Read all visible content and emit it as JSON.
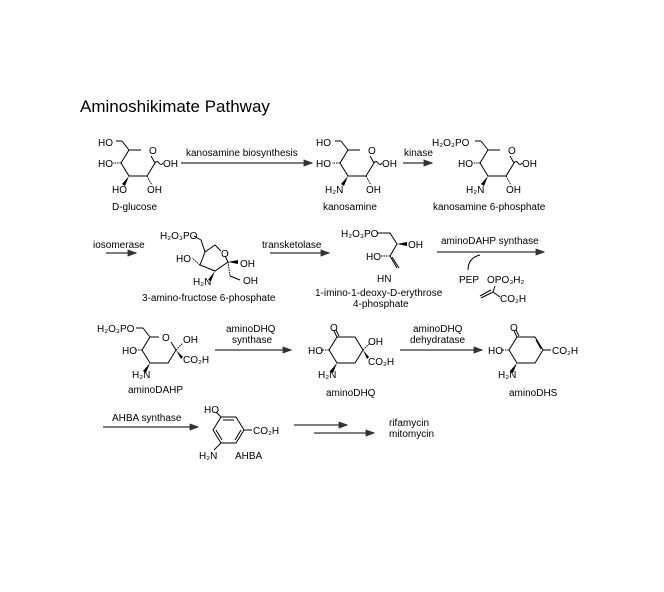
{
  "title": "Aminoshikimate Pathway",
  "compounds": {
    "glucose": {
      "label": "D-glucose",
      "ch2oh": "HO",
      "c4": "HO",
      "c1": "OH",
      "c3": "HO",
      "c2": "OH",
      "ring_o": "O"
    },
    "kanosamine": {
      "label": "kanosamine",
      "ch2oh": "HO",
      "c4": "HO",
      "c1": "OH",
      "c3": "H₂N",
      "c2": "OH",
      "ring_o": "O"
    },
    "kanosamine6p": {
      "label": "kanosamine 6-phosphate",
      "ch2o": "H₂O₃PO",
      "c4": "HO",
      "c1": "OH",
      "c3": "H₂N",
      "c2": "OH",
      "ring_o": "O"
    },
    "aminofructose6p": {
      "label": "3-amino-fructose 6-phosphate",
      "ch2o": "H₂O₃PO",
      "c4": "HO",
      "c2": "OH",
      "c3": "H₂N",
      "ch2oh": "OH",
      "ring_o": "O"
    },
    "iminoerythrose": {
      "label_line1": "1-imino-1-deoxy-D-erythrose",
      "label_line2": "4-phosphate",
      "ch2o": "H₂O₃PO",
      "oh1": "OH",
      "oh2": "HO",
      "imine": "HN"
    },
    "pep": {
      "label": "PEP",
      "opo3": "OPO₃H₂",
      "co2h": "CO₂H"
    },
    "aminodahp": {
      "label": "aminoDAHP",
      "ch2o": "H₂O₃PO",
      "ring_o": "O",
      "oh": "OH",
      "ho": "HO",
      "co2h": "CO₂H",
      "nh2": "H₂N"
    },
    "aminodhq": {
      "label": "aminoDHQ",
      "ketone": "O",
      "ho": "HO",
      "oh": "OH",
      "co2h": "CO₂H",
      "nh2": "H₂N"
    },
    "aminodhs": {
      "label": "aminoDHS",
      "ketone": "O",
      "ho": "HO",
      "co2h": "CO₂H",
      "nh2": "H₂N"
    },
    "ahba": {
      "label": "AHBA",
      "ho": "HO",
      "co2h": "CO₂H",
      "nh2": "H₂N"
    },
    "products": {
      "line1": "rifamycin",
      "line2": "mitomycin"
    }
  },
  "enzymes": {
    "kanosamine_biosynthesis": "kanosamine biosynthesis",
    "kinase": "kinase",
    "isomerase": "iosomerase",
    "transketolase": "transketolase",
    "aminodahp_synthase": "aminoDAHP synthase",
    "aminodhq_synthase_1": "aminoDHQ",
    "aminodhq_synthase_2": "synthase",
    "aminodhq_dehydratase_1": "aminoDHQ",
    "aminodhq_dehydratase_2": "dehydratase",
    "ahba_synthase": "AHBA synthase"
  }
}
